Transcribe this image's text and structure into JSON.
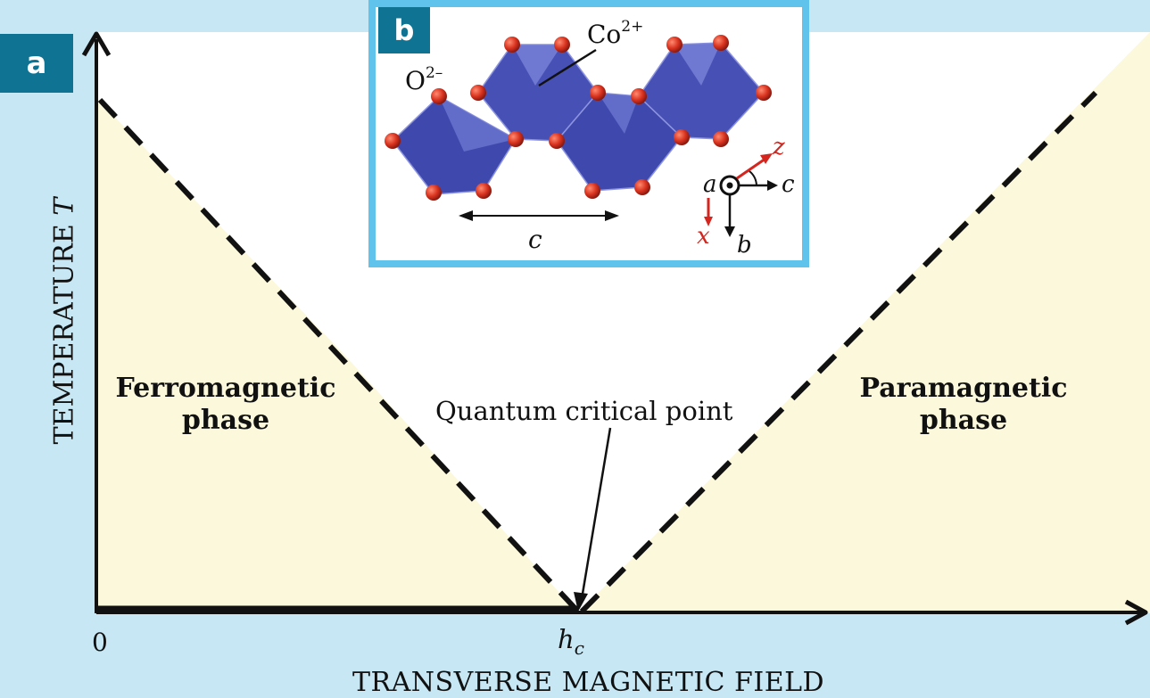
{
  "panel_a": {
    "tag": "a",
    "y_axis_title": "TEMPERATURE T",
    "x_axis_title": "TRANSVERSE MAGNETIC FIELD",
    "x_tick_zero": "0",
    "x_tick_hc_base": "h",
    "x_tick_hc_sub": "c",
    "ferro_line1": "Ferromagnetic",
    "ferro_line2": "phase",
    "para_line1": "Paramagnetic",
    "para_line2": "phase",
    "qcp_label": "Quantum critical point"
  },
  "panel_b": {
    "tag": "b",
    "oxygen_base": "O",
    "oxygen_sup": "2–",
    "cobalt_base": "Co",
    "cobalt_sup": "2+",
    "lattice_label": "c",
    "axes": {
      "a": "a",
      "b": "b",
      "c": "c",
      "x": "x",
      "z": "z"
    }
  },
  "colors": {
    "background": "#c7e7f4",
    "phase_fill": "#fbf8dc",
    "tag_fill": "#0f7493",
    "inset_border": "#5fc3ec",
    "octahedron": "#4a55b8",
    "oxygen_atom": "#d9331f",
    "local_axis": "#d4261f"
  }
}
